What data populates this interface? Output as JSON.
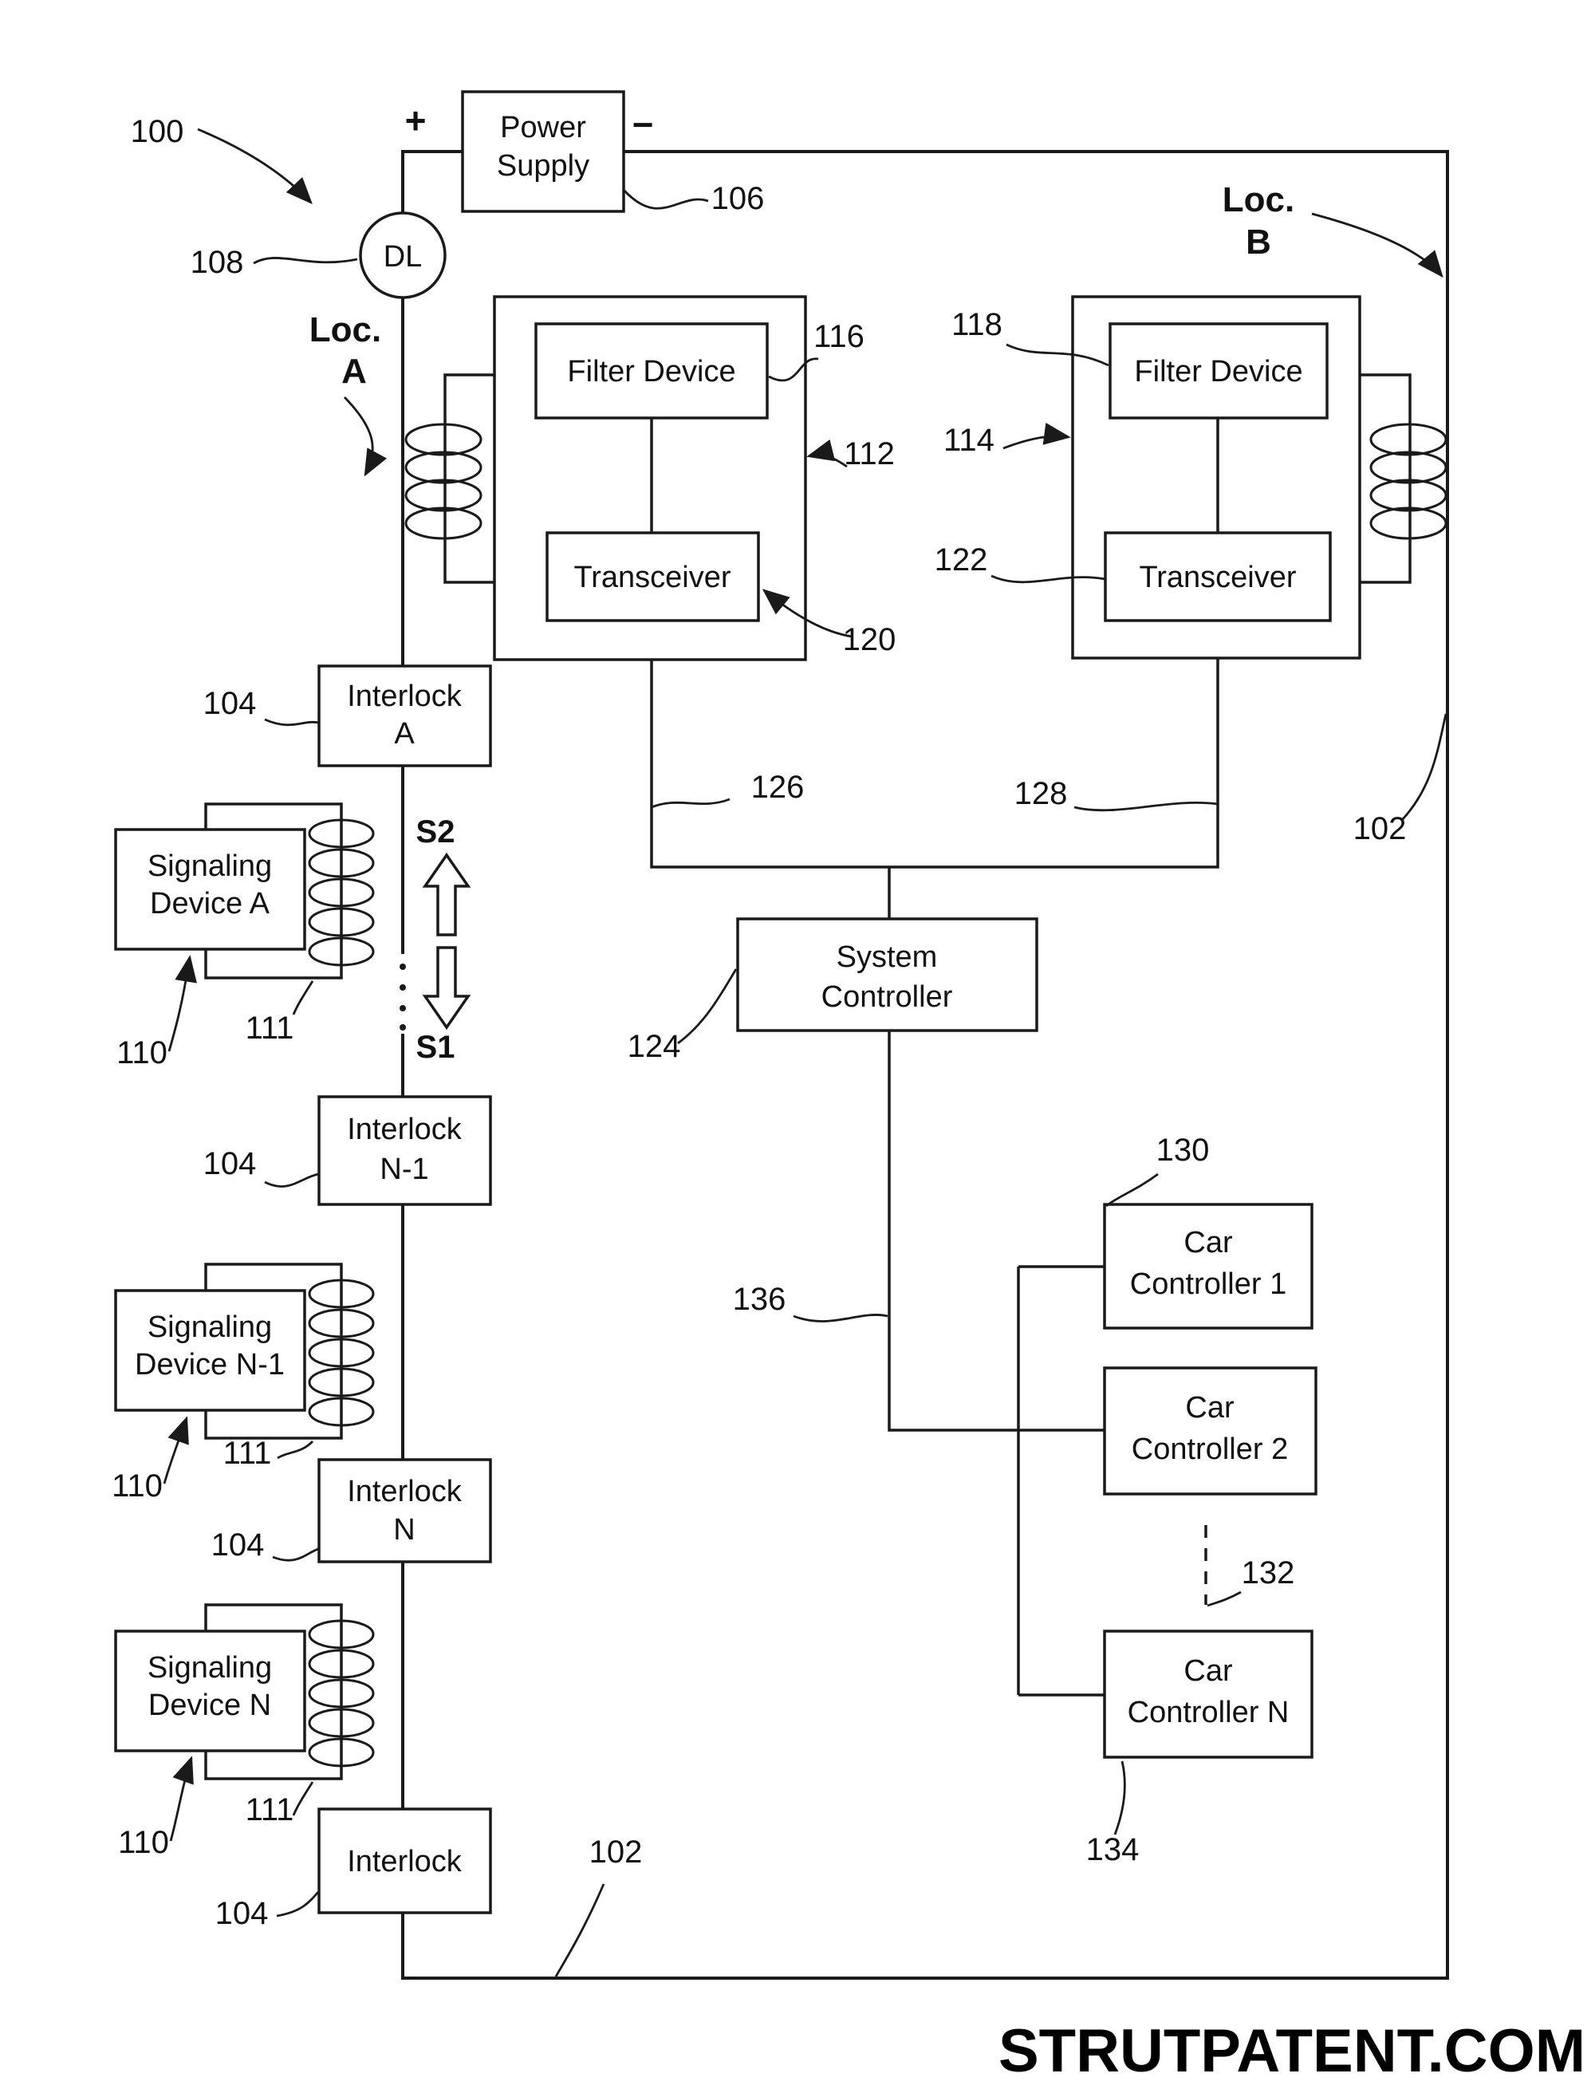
{
  "nodes": {
    "power_supply": {
      "line1": "Power",
      "line2": "Supply"
    },
    "terminals": {
      "plus": "+",
      "minus": "−"
    },
    "dl": "DL",
    "loc_a": {
      "line1": "Loc.",
      "line2": "A"
    },
    "loc_b": {
      "line1": "Loc.",
      "line2": "B"
    },
    "filter_a": "Filter Device",
    "transceiver_a": "Transceiver",
    "filter_b": "Filter Device",
    "transceiver_b": "Transceiver",
    "system_controller": {
      "line1": "System",
      "line2": "Controller"
    },
    "car_controller_1": {
      "line1": "Car",
      "line2": "Controller 1"
    },
    "car_controller_2": {
      "line1": "Car",
      "line2": "Controller 2"
    },
    "car_controller_n": {
      "line1": "Car",
      "line2": "Controller N"
    },
    "interlock_a": {
      "line1": "Interlock",
      "line2": "A"
    },
    "interlock_n1": {
      "line1": "Interlock",
      "line2": "N-1"
    },
    "interlock_n": {
      "line1": "Interlock",
      "line2": "N"
    },
    "interlock_last": "Interlock",
    "signaling_a": {
      "line1": "Signaling",
      "line2": "Device A"
    },
    "signaling_n1": {
      "line1": "Signaling",
      "line2": "Device N-1"
    },
    "signaling_n": {
      "line1": "Signaling",
      "line2": "Device N"
    },
    "s2": "S2",
    "s1": "S1"
  },
  "refs": {
    "r100": "100",
    "r102_right": "102",
    "r102_bottom": "102",
    "r104_a": "104",
    "r104_n1": "104",
    "r104_n": "104",
    "r104_last": "104",
    "r106": "106",
    "r108": "108",
    "r110_a": "110",
    "r110_n1": "110",
    "r110_n": "110",
    "r111_a": "111",
    "r111_n1": "111",
    "r111_n": "111",
    "r112": "112",
    "r114": "114",
    "r116": "116",
    "r118": "118",
    "r120": "120",
    "r122": "122",
    "r124": "124",
    "r126": "126",
    "r128": "128",
    "r130": "130",
    "r132": "132",
    "r134": "134",
    "r136": "136"
  },
  "watermark": "STRUTPATENT.COM",
  "colors": {
    "ink": "#1a1a1a",
    "paper": "#ffffff"
  }
}
